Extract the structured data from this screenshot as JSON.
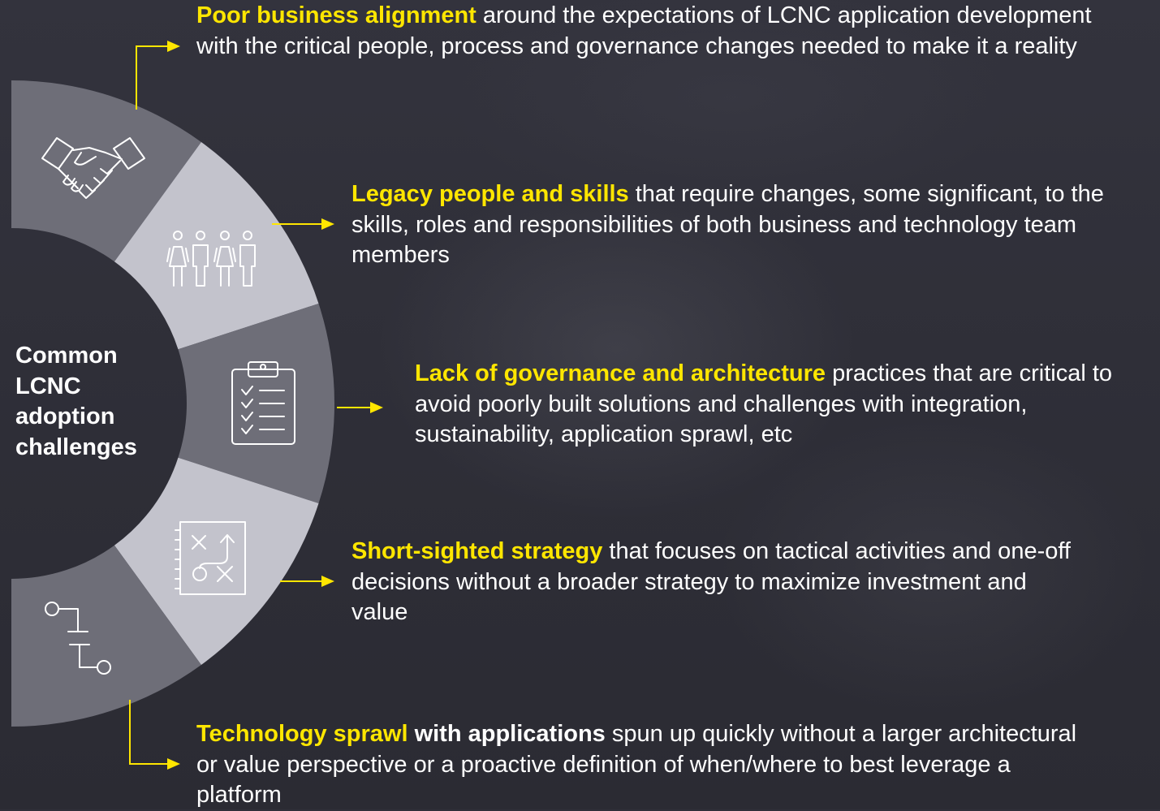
{
  "center_label": "Common LCNC adoption challenges",
  "colors": {
    "accent": "#ffe600",
    "segment_dark": "#6e6e78",
    "segment_light": "#c3c3cc",
    "background": "#2f2f39",
    "text": "#ffffff"
  },
  "segments": [
    {
      "icon": "handshake-icon"
    },
    {
      "icon": "people-group-icon"
    },
    {
      "icon": "clipboard-checklist-icon"
    },
    {
      "icon": "strategy-board-icon"
    },
    {
      "icon": "process-flow-icon"
    }
  ],
  "items": [
    {
      "highlight": "Poor business alignment",
      "bold": "",
      "rest": " around the expectations of LCNC application development with the critical people, process and governance changes needed to make it a reality"
    },
    {
      "highlight": "Legacy people and skills",
      "bold": "",
      "rest": " that require changes, some significant, to the skills, roles and responsibilities of both business and technology team members"
    },
    {
      "highlight": "Lack of governance and architecture",
      "bold": "",
      "rest": " practices that are critical to avoid poorly built solutions and challenges with integration, sustainability, application sprawl, etc"
    },
    {
      "highlight": "Short-sighted strategy",
      "bold": "",
      "rest": " that focuses on tactical activities and one-off decisions without a broader strategy to maximize investment and value"
    },
    {
      "highlight": "Technology sprawl",
      "bold": " with applications",
      "rest": " spun up quickly without a larger architectural or value perspective or a proactive definition of when/where to best leverage a platform"
    }
  ]
}
